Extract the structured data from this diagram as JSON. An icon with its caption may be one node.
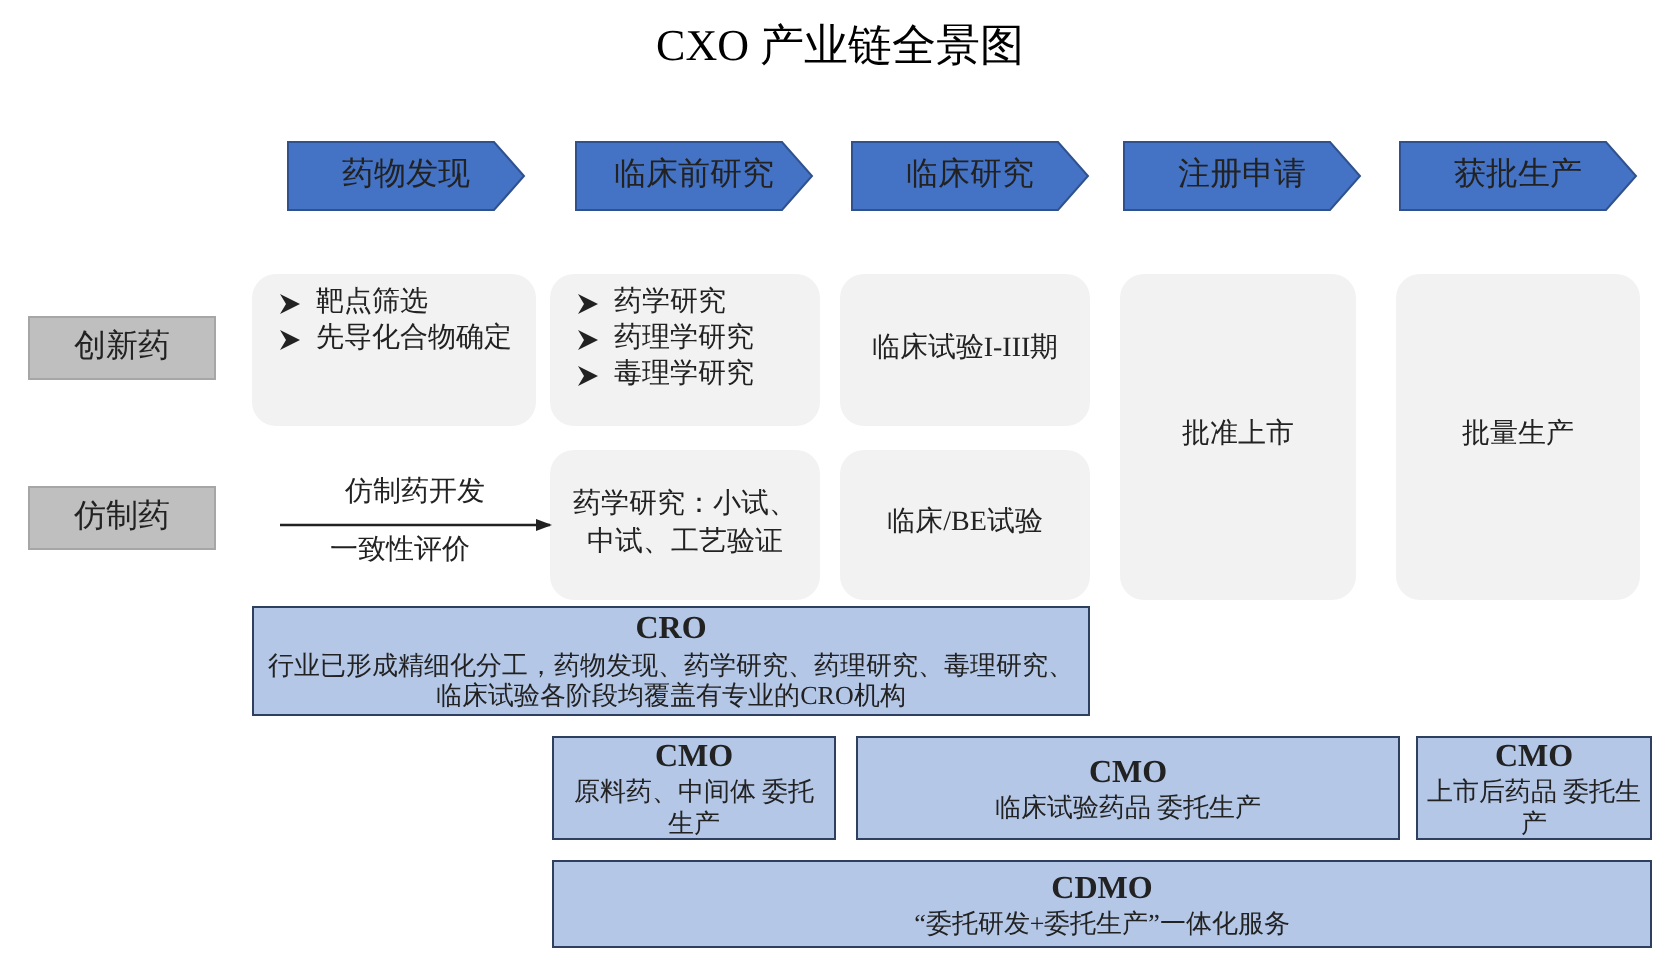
{
  "diagram": {
    "title": "CXO 产业链全景图",
    "nodes": [
      {
        "text": [
          "药物发现"
        ]
      },
      {
        "text": [
          "临床前研究"
        ]
      },
      {
        "text": [
          "临床研究"
        ]
      },
      {
        "text": [
          "注册申请"
        ]
      },
      {
        "text": [
          "获批生产"
        ]
      },
      {
        "text": [
          "创新药"
        ]
      },
      {
        "text": [
          "靶点筛选",
          "先导化合物确定"
        ]
      },
      {
        "text": [
          "药学研究",
          "药理学研究",
          "毒理学研究"
        ]
      },
      {
        "text": [
          "临床试验I-III期"
        ]
      },
      {
        "text": [
          "批准上市"
        ]
      },
      {
        "text": [
          "批量生产"
        ]
      },
      {
        "text": [
          "仿制药"
        ]
      },
      {
        "text": [
          "药学研究：小试、中试、工艺验证"
        ]
      },
      {
        "text": [
          "临床/BE试验"
        ]
      },
      {
        "text": [
          "CRO",
          "行业已形成精细化分工，药物发现、药学研究、药理研究、毒理研究、临床试验各阶段均覆盖有专业的CRO机构"
        ]
      },
      {
        "text": [
          "CMO",
          "原料药、中间体 委托生产"
        ]
      },
      {
        "text": [
          "CMO",
          "临床试验药品 委托生产"
        ]
      },
      {
        "text": [
          "CMO",
          "上市后药品 委托生产"
        ]
      },
      {
        "text": [
          "CDMO",
          "“委托研发+委托生产”一体化服务"
        ]
      }
    ],
    "edges": [
      {
        "from": null,
        "to": 12,
        "arrow": "to",
        "label": "仿制药开发"
      }
    ],
    "labels": [
      "一致性评价"
    ]
  }
}
